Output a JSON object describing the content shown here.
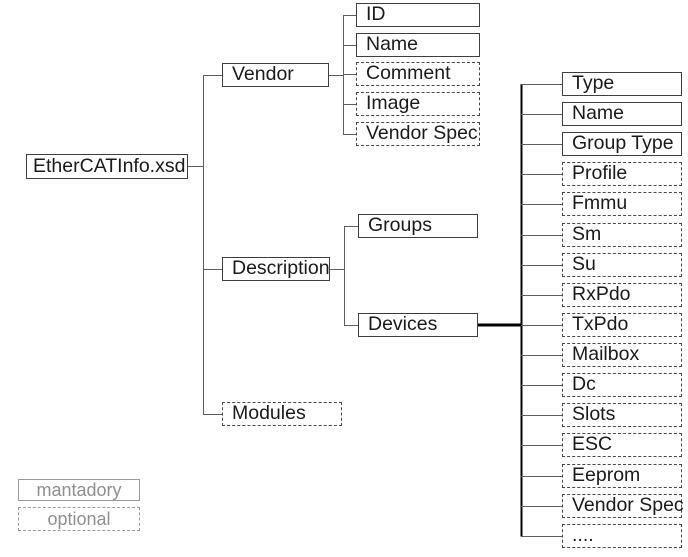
{
  "diagram": {
    "root": {
      "label": "EtherCATInfo.xsd",
      "style": "mandatory"
    },
    "level1": [
      {
        "label": "Vendor",
        "style": "mandatory"
      },
      {
        "label": "Description",
        "style": "mandatory"
      },
      {
        "label": "Modules",
        "style": "optional"
      }
    ],
    "vendor_children": [
      {
        "label": "ID",
        "style": "mandatory"
      },
      {
        "label": "Name",
        "style": "mandatory"
      },
      {
        "label": "Comment",
        "style": "optional"
      },
      {
        "label": "Image",
        "style": "optional"
      },
      {
        "label": "Vendor Spec",
        "style": "optional"
      }
    ],
    "description_children": [
      {
        "label": "Groups",
        "style": "mandatory"
      },
      {
        "label": "Devices",
        "style": "mandatory"
      }
    ],
    "devices_children": [
      {
        "label": "Type",
        "style": "mandatory"
      },
      {
        "label": "Name",
        "style": "mandatory"
      },
      {
        "label": "Group Type",
        "style": "mandatory"
      },
      {
        "label": "Profile",
        "style": "optional"
      },
      {
        "label": "Fmmu",
        "style": "optional"
      },
      {
        "label": "Sm",
        "style": "optional"
      },
      {
        "label": "Su",
        "style": "optional"
      },
      {
        "label": "RxPdo",
        "style": "optional"
      },
      {
        "label": "TxPdo",
        "style": "optional"
      },
      {
        "label": "Mailbox",
        "style": "optional"
      },
      {
        "label": "Dc",
        "style": "optional"
      },
      {
        "label": "Slots",
        "style": "optional"
      },
      {
        "label": "ESC",
        "style": "optional"
      },
      {
        "label": "Eeprom",
        "style": "optional"
      },
      {
        "label": "Vendor Spec",
        "style": "optional"
      },
      {
        "label": "....",
        "style": "optional"
      }
    ],
    "legend": {
      "items": [
        {
          "label": "mantadory",
          "style": "mandatory"
        },
        {
          "label": "optional",
          "style": "optional"
        }
      ]
    }
  },
  "palette": {
    "text": "#1a1a1a",
    "solid_border": "#3e3e3e",
    "dashed_border": "#474747",
    "line": "#5e5e5e",
    "thick_line": "#000000",
    "legend_border": "#9a9a9a",
    "legend_text": "#8f8f8f",
    "bg": "#ffffff"
  }
}
